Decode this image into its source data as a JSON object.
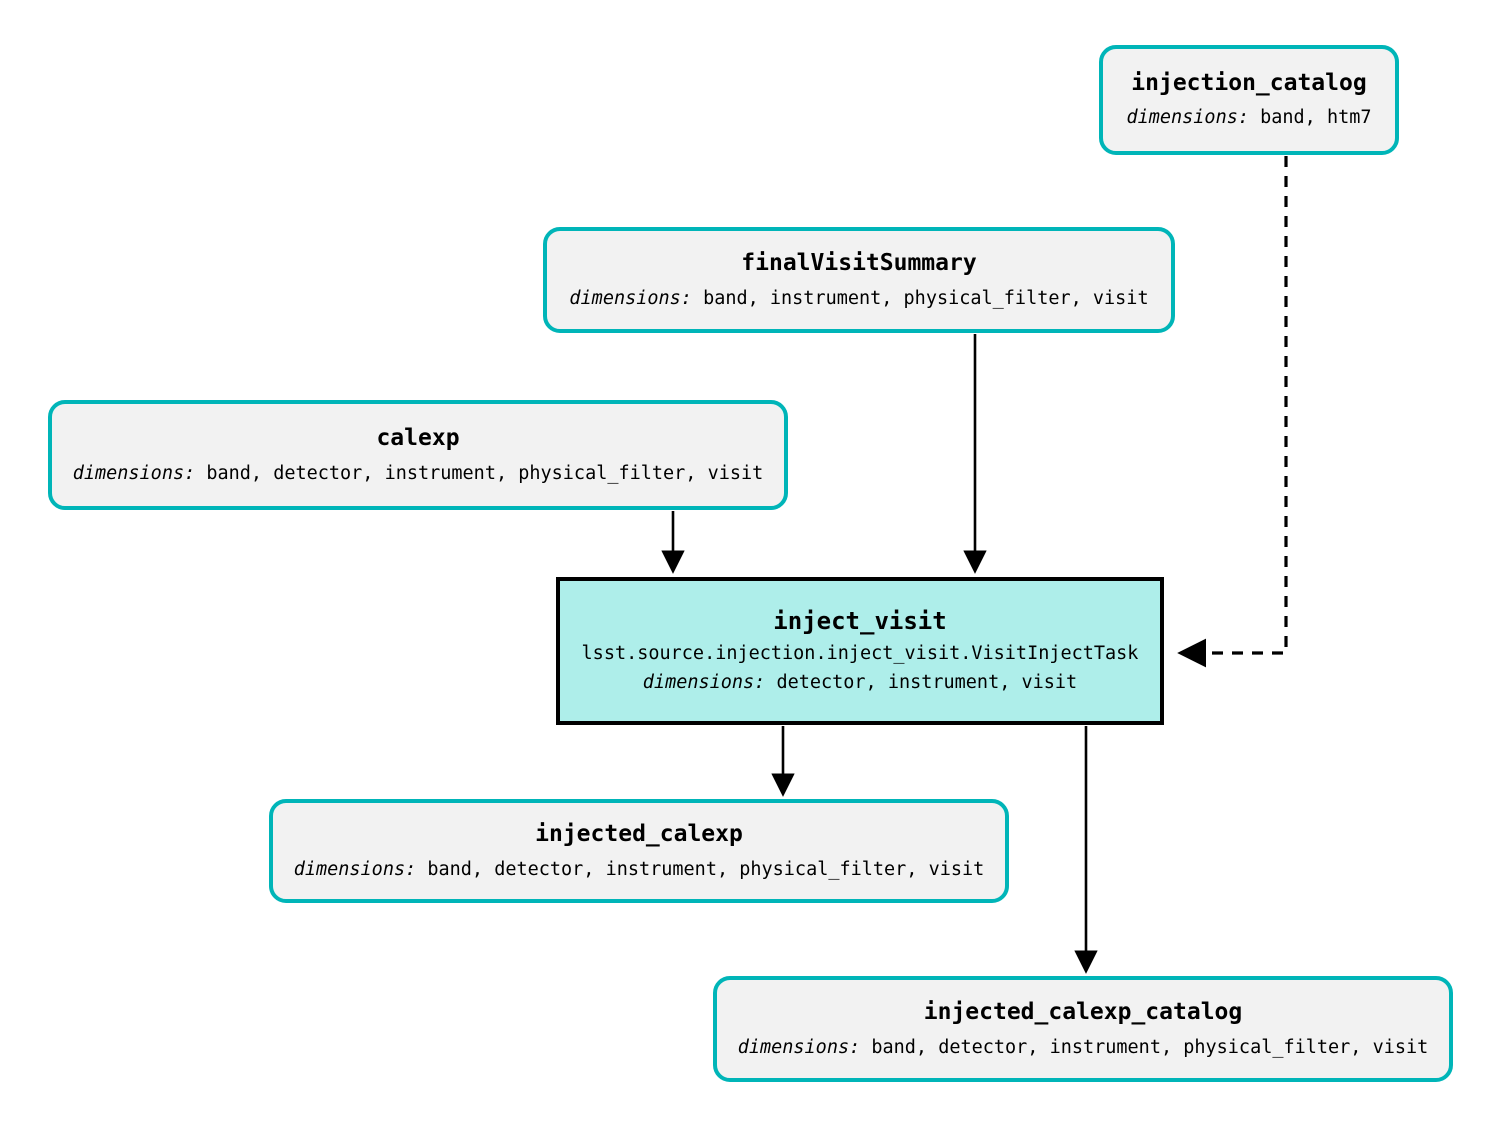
{
  "diagram": {
    "type": "pipeline-dag",
    "colors": {
      "dataset_border": "#00b5b8",
      "dataset_fill": "#f2f2f2",
      "task_border": "#000000",
      "task_fill": "#aeeeea",
      "edge": "#000000",
      "background": "#ffffff"
    },
    "dims_label": "dimensions:"
  },
  "nodes": {
    "injection_catalog": {
      "title": "injection_catalog",
      "dims_label": "dimensions:",
      "dims_value": "band, htm7",
      "kind": "dataset"
    },
    "finalVisitSummary": {
      "title": "finalVisitSummary",
      "dims_label": "dimensions:",
      "dims_value": "band, instrument, physical_filter, visit",
      "kind": "dataset"
    },
    "calexp": {
      "title": "calexp",
      "dims_label": "dimensions:",
      "dims_value": "band, detector, instrument, physical_filter, visit",
      "kind": "dataset"
    },
    "inject_visit": {
      "title": "inject_visit",
      "class_path": "lsst.source.injection.inject_visit.VisitInjectTask",
      "dims_label": "dimensions:",
      "dims_value": "detector, instrument, visit",
      "kind": "task"
    },
    "injected_calexp": {
      "title": "injected_calexp",
      "dims_label": "dimensions:",
      "dims_value": "band, detector, instrument, physical_filter, visit",
      "kind": "dataset"
    },
    "injected_calexp_catalog": {
      "title": "injected_calexp_catalog",
      "dims_label": "dimensions:",
      "dims_value": "band, detector, instrument, physical_filter, visit",
      "kind": "dataset"
    }
  },
  "edges": [
    {
      "from": "injection_catalog",
      "to": "inject_visit",
      "style": "dashed"
    },
    {
      "from": "finalVisitSummary",
      "to": "inject_visit",
      "style": "solid"
    },
    {
      "from": "calexp",
      "to": "inject_visit",
      "style": "solid"
    },
    {
      "from": "inject_visit",
      "to": "injected_calexp",
      "style": "solid"
    },
    {
      "from": "inject_visit",
      "to": "injected_calexp_catalog",
      "style": "solid"
    }
  ]
}
